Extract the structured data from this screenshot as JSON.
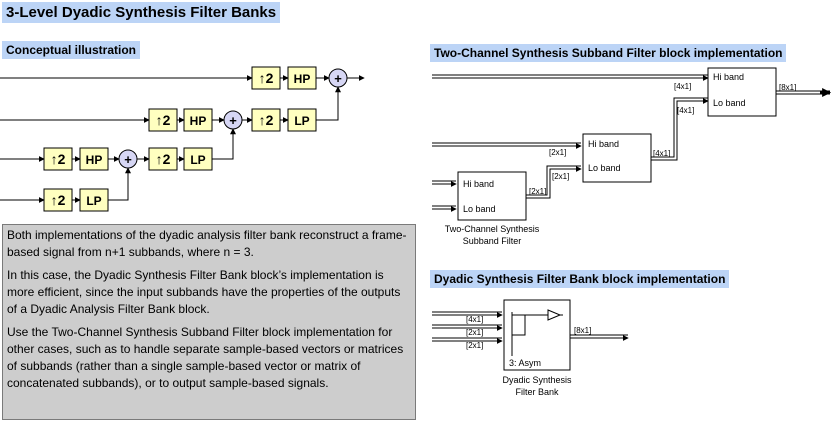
{
  "title": "3-Level Dyadic Synthesis Filter Banks",
  "conceptual": {
    "heading": "Conceptual illustration",
    "upsample_label": "↑2",
    "highpass_label": "HP",
    "lowpass_label": "LP",
    "sum_label": "+"
  },
  "two_channel": {
    "heading": "Two-Channel Synthesis Subband Filter block implementation",
    "hi_band": "Hi band",
    "lo_band": "Lo band",
    "block_caption_line1": "Two-Channel Synthesis",
    "block_caption_line2": "Subband Filter",
    "sig_4x1": "[4x1]",
    "sig_2x1": "[2x1]",
    "sig_8x1": "[8x1]"
  },
  "dyadic": {
    "heading": "Dyadic Synthesis Filter Bank block implementation",
    "block_label": "3: Asym",
    "caption_line1": "Dyadic Synthesis",
    "caption_line2": "Filter Bank",
    "sig_4x1": "[4x1]",
    "sig_2x1": "[2x1]",
    "sig_8x1": "[8x1]"
  },
  "note": {
    "p1": "Both implementations of the dyadic analysis filter bank reconstruct a frame-based signal from n+1 subbands, where n = 3.",
    "p2": "In this case, the Dyadic Synthesis Filter Bank block’s implementation is more efficient, since the input subbands have the properties of the outputs of a Dyadic Analysis Filter Bank block.",
    "p3": "Use the Two-Channel Synthesis Subband Filter block implementation for other cases, such as to handle separate sample-based vectors or matrices of subbands (rather than a single sample-based vector or matrix of concatenated subbands), or to output sample-based signals."
  },
  "colors": {
    "header_bg": "#bcd4f6",
    "filter_fill": "#ffffc0",
    "sum_fill": "#d6d6f4",
    "note_bg": "#cdcdcd"
  }
}
